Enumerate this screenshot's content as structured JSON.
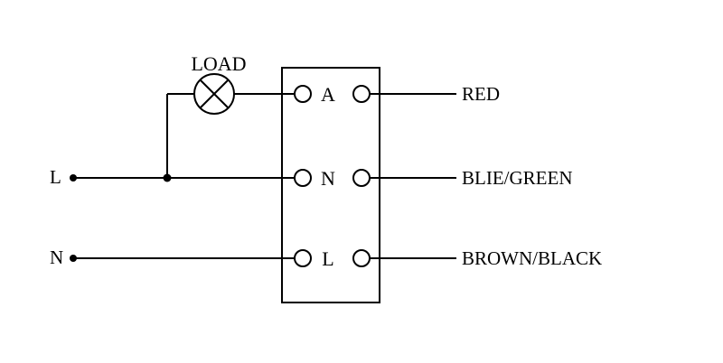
{
  "diagram": {
    "title": "timer-wiring-diagram",
    "load_label": "LOAD",
    "source": {
      "live_label": "L",
      "neutral_label": "N"
    },
    "terminal_block": {
      "terminals": [
        "A",
        "N",
        "L"
      ]
    },
    "wire_labels": [
      "RED",
      "BLIE/GREEN",
      "BROWN/BLACK"
    ],
    "colors": {
      "stroke": "#000000",
      "background": "#ffffff"
    }
  }
}
